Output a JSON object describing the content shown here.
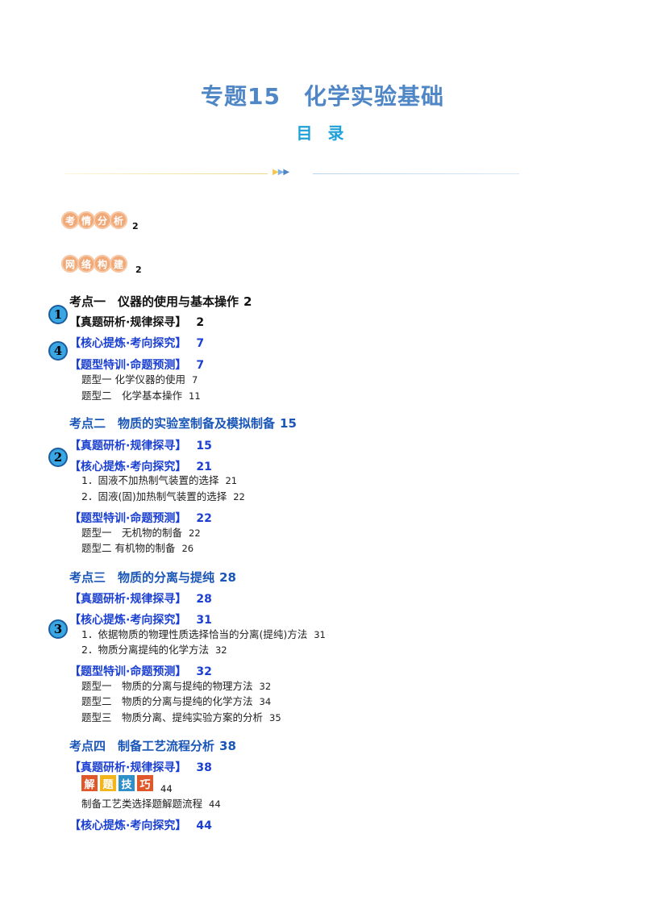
{
  "header": {
    "title": "专题15　化学实验基础",
    "subtitle": "目 录"
  },
  "badges": [
    {
      "chars": [
        "考",
        "情",
        "分",
        "析"
      ],
      "page": "2"
    },
    {
      "chars": [
        "网",
        "络",
        "构",
        "建"
      ],
      "page": "2"
    }
  ],
  "markers": [
    "1",
    "4",
    "2",
    "3"
  ],
  "topics": [
    {
      "label": "考点一　仪器的使用与基本操作",
      "page": "2"
    },
    {
      "label": "考点二　物质的实验室制备及模拟制备",
      "page": "15"
    },
    {
      "label": "考点三　物质的分离与提纯",
      "page": "28"
    },
    {
      "label": "考点四　制备工艺流程分析",
      "page": "38"
    }
  ],
  "sections": {
    "zhenti": "【真题研析·规律探寻】",
    "hexin": "【核心提炼·考向探究】",
    "tixing": "【题型特训·命题预测】"
  },
  "pages": {
    "t1_zhenti": "2",
    "t1_hexin": "7",
    "t1_tixing": "7",
    "t2_zhenti": "15",
    "t2_hexin": "21",
    "t2_tixing": "22",
    "t3_zhenti": "28",
    "t3_hexin": "31",
    "t3_tixing": "32",
    "t4_zhenti": "38",
    "t4_hexin": "44"
  },
  "items": {
    "t1": [
      {
        "label": "题型一  化学仪器的使用",
        "page": "7"
      },
      {
        "label": "题型二　化学基本操作",
        "page": "11"
      }
    ],
    "t2_core": [
      {
        "label": "1．固液不加热制气装置的选择",
        "page": "21"
      },
      {
        "label": "2．固液(固)加热制气装置的选择",
        "page": "22"
      }
    ],
    "t2_types": [
      {
        "label": "题型一　无机物的制备",
        "page": "22"
      },
      {
        "label": "题型二 有机物的制备",
        "page": "26"
      }
    ],
    "t3_core": [
      {
        "label": "1．依据物质的物理性质选择恰当的分离(提纯)方法",
        "page": "31"
      },
      {
        "label": "2．物质分离提纯的化学方法",
        "page": "32"
      }
    ],
    "t3_types": [
      {
        "label": "题型一　物质的分离与提纯的物理方法",
        "page": "32"
      },
      {
        "label": "题型二　物质的分离与提纯的化学方法",
        "page": "34"
      },
      {
        "label": "题型三　物质分离、提纯实验方案的分析",
        "page": "35"
      }
    ],
    "t4_flow": {
      "label": "制备工艺类选择题解题流程",
      "page": "44"
    }
  },
  "skill": {
    "chars": [
      "解",
      "题",
      "技",
      "巧"
    ],
    "colors": [
      "#e0582a",
      "#f2b51c",
      "#2f8fc8",
      "#e0582a"
    ],
    "page": "44"
  }
}
